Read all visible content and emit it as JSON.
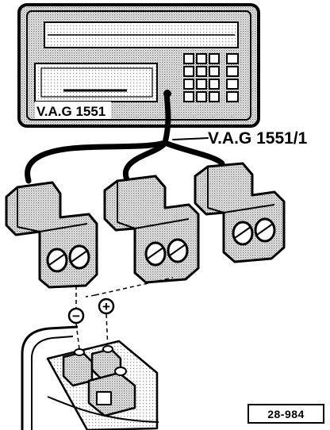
{
  "device": {
    "label": "V.A.G 1551"
  },
  "cable": {
    "label": "V.A.G 1551/1"
  },
  "polarity": {
    "negative_symbol": "−",
    "positive_symbol": "+"
  },
  "figure_ref": "28-984",
  "colors": {
    "ink": "#000000",
    "stipple": "#9a9a9a",
    "paper": "#ffffff"
  }
}
